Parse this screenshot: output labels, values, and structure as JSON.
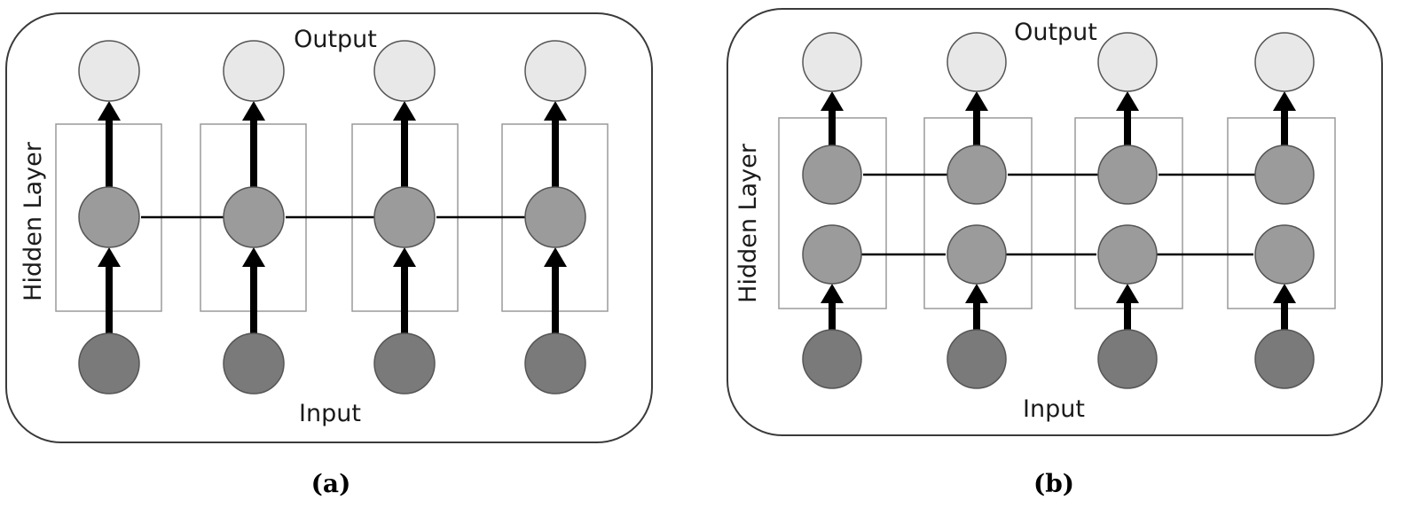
{
  "panels": [
    {
      "id": "a",
      "caption": "(a)",
      "output_label": "Output",
      "input_label": "Input",
      "hidden_label": "Hidden Layer",
      "timesteps": 4,
      "hidden_rows": 1
    },
    {
      "id": "b",
      "caption": "(b)",
      "output_label": "Output",
      "input_label": "Input",
      "hidden_label": "Hidden Layer",
      "timesteps": 4,
      "hidden_rows": 2
    }
  ],
  "colors": {
    "output_node": "#e8e8e8",
    "hidden_node": "#9b9b9b",
    "input_node": "#7a7a7a",
    "node_stroke": "#555555",
    "arrow": "#000000"
  }
}
